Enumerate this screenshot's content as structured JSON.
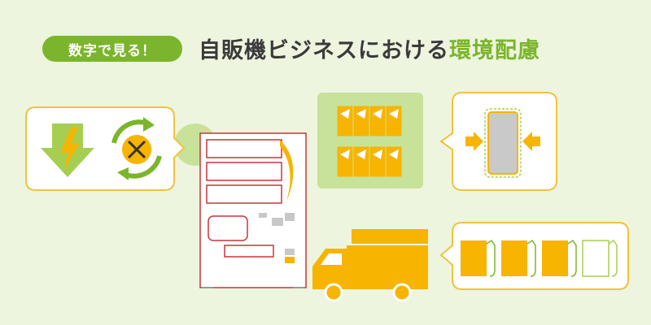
{
  "header": {
    "badge": "数字で見る！",
    "title_main": "自販機ビジネスにおける",
    "title_highlight": "環境配慮"
  },
  "colors": {
    "background": "#edf5de",
    "brand_green": "#7bb52b",
    "accent_orange": "#f7b400",
    "bubble_border": "#f2c23b",
    "vending_outline": "#c9353a",
    "light_green": "#c8e29a"
  },
  "icons": {
    "energy": "lightning-down-arrow-icon",
    "maintenance": "tools-recycle-icon",
    "packaging": "product-pack-icon",
    "compression": "compress-bottle-icon",
    "fuel": "fuel-pump-icon",
    "delivery": "delivery-truck-icon"
  }
}
